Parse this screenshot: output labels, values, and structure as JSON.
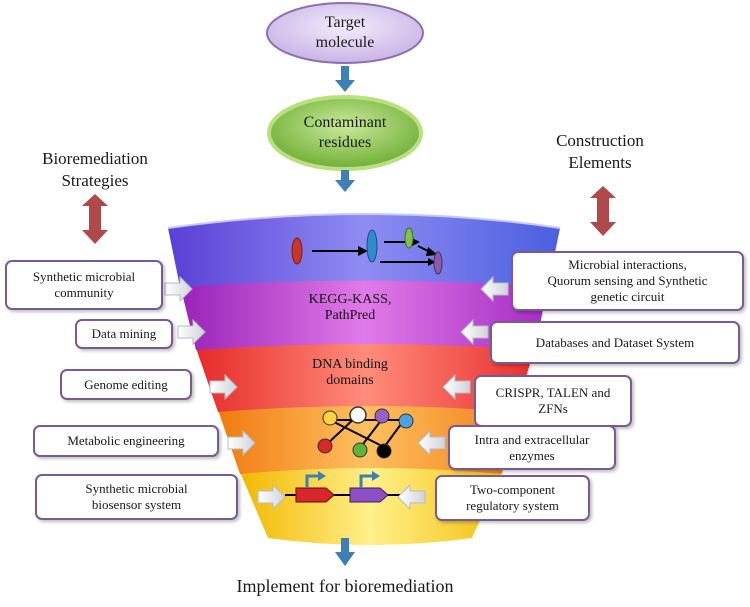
{
  "top_oval": {
    "line1": "Target",
    "line2": "molecule"
  },
  "middle_oval": {
    "line1": "Contaminant",
    "line2": "residues"
  },
  "left_heading": {
    "line1": "Bioremediation",
    "line2": "Strategies"
  },
  "right_heading": {
    "line1": "Construction",
    "line2": "Elements"
  },
  "funnel_labels": {
    "kegg_line1": "KEGG-KASS,",
    "kegg_line2": "PathPred",
    "dna_line1": "DNA binding",
    "dna_line2": "domains"
  },
  "left_boxes": [
    {
      "line1": "Synthetic microbial",
      "line2": "community"
    },
    {
      "line1": "Data mining",
      "line2": ""
    },
    {
      "line1": "Genome editing",
      "line2": ""
    },
    {
      "line1": "Metabolic engineering",
      "line2": ""
    },
    {
      "line1": "Synthetic microbial",
      "line2": "biosensor system"
    }
  ],
  "right_boxes": [
    {
      "line1": "Microbial interactions,",
      "line2": "Quorum sensing and Synthetic",
      "line3": "genetic circuit"
    },
    {
      "line1": "Databases and Dataset System",
      "line2": "",
      "line3": ""
    },
    {
      "line1": "CRISPR, TALEN and",
      "line2": "ZFNs",
      "line3": ""
    },
    {
      "line1": "Intra and extracellular",
      "line2": "enzymes",
      "line3": ""
    },
    {
      "line1": "Two-component",
      "line2": "regulatory system",
      "line3": ""
    }
  ],
  "footer": "Implement for bioremediation",
  "colors": {
    "band_blue": "#5b4ee0",
    "band_purple": "#b03bc4",
    "band_red": "#ee3a3a",
    "band_orange": "#f7941d",
    "band_yellow": "#f7d020",
    "box_border": "#7b5a93",
    "oval_top": "#d9c8ee",
    "oval_mid": "#7fbf45",
    "double_arrow": "#b04a4a",
    "down_arrow": "#3e7fb5"
  }
}
